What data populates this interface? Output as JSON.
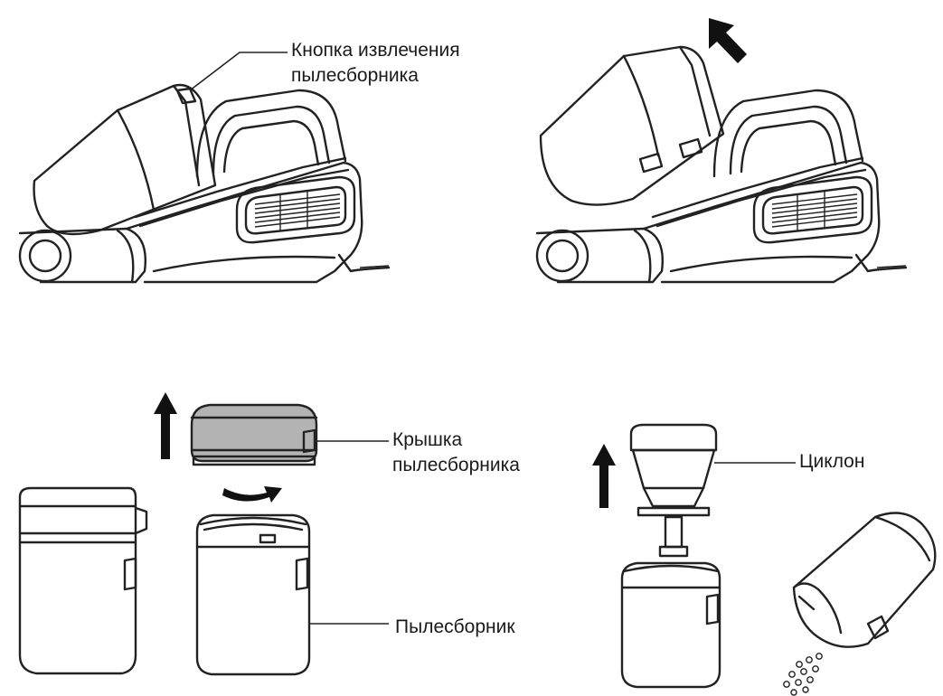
{
  "labels": {
    "dust_bin_release_button": [
      "Кнопка извлечения",
      "пылесборника"
    ],
    "dust_bin_lid": [
      "Крышка",
      "пылесборника"
    ],
    "cyclone": "Циклон",
    "dust_bin": "Пылесборник"
  },
  "colors": {
    "line": "#222222",
    "lid_fill": "#b3b3b3",
    "arrow": "#111111",
    "background": "#ffffff"
  },
  "icons": [
    "arrow-up-icon",
    "arrow-up-left-icon",
    "rotate-arrow-icon"
  ]
}
